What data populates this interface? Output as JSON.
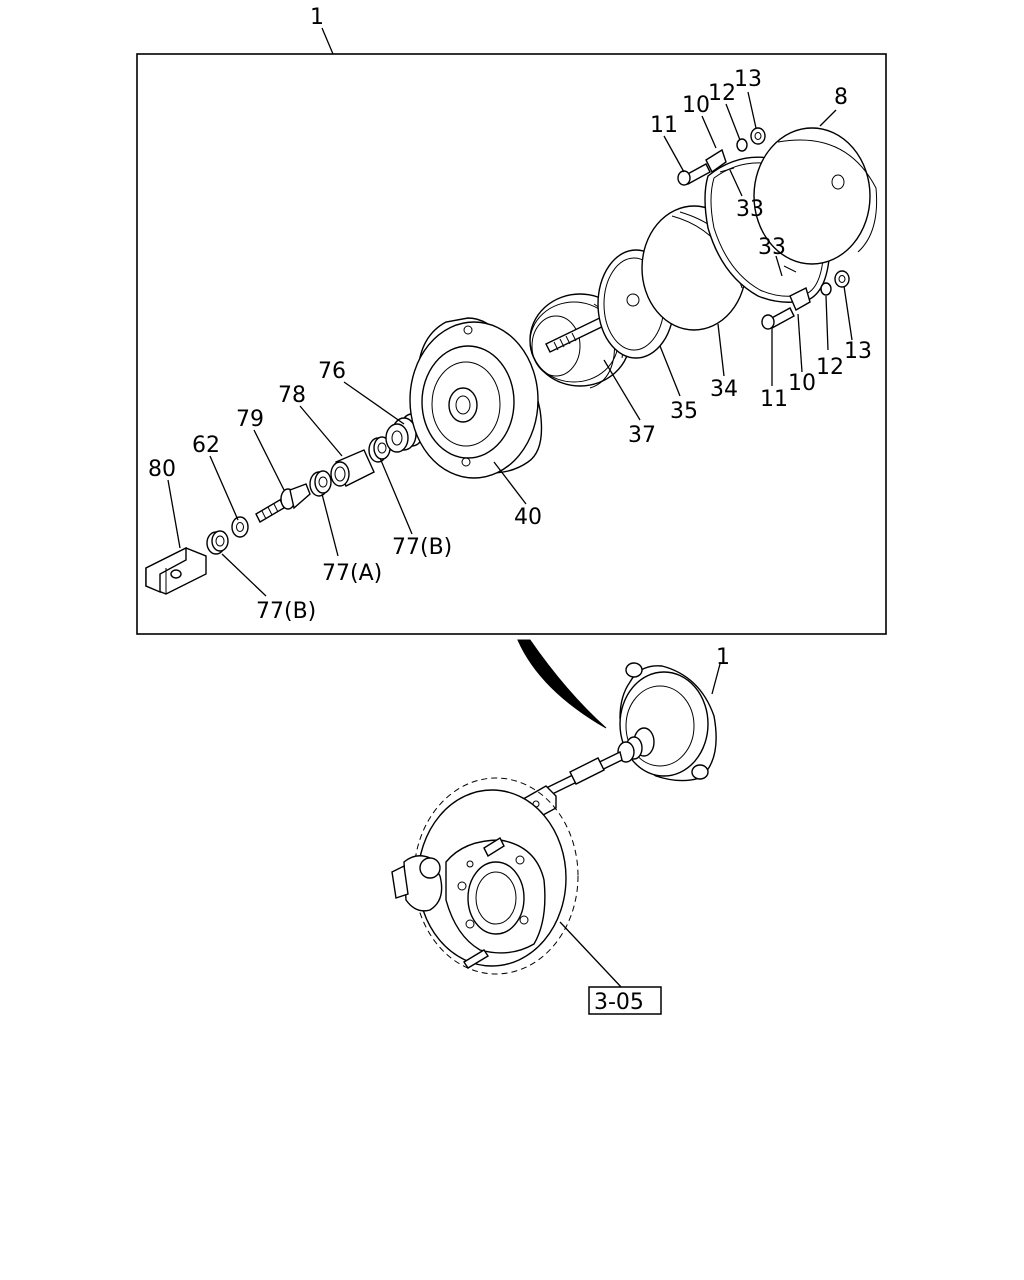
{
  "diagram": {
    "assembly_callout": "1",
    "callouts": {
      "p80": "80",
      "p62": "62",
      "p79": "79",
      "p78": "78",
      "p76": "76",
      "p77b_top": "77(B)",
      "p77a": "77(A)",
      "p77b_bottom": "77(B)",
      "p40": "40",
      "p37": "37",
      "p35": "35",
      "p34": "34",
      "p33_top": "33",
      "p33_mid": "33",
      "p8": "8",
      "p11_top": "11",
      "p10_top": "10",
      "p12_top": "12",
      "p13_top": "13",
      "p11_bottom": "11",
      "p10_bottom": "10",
      "p12_bottom": "12",
      "p13_bottom": "13",
      "p1_lower": "1"
    },
    "reference_box": "3-05"
  }
}
